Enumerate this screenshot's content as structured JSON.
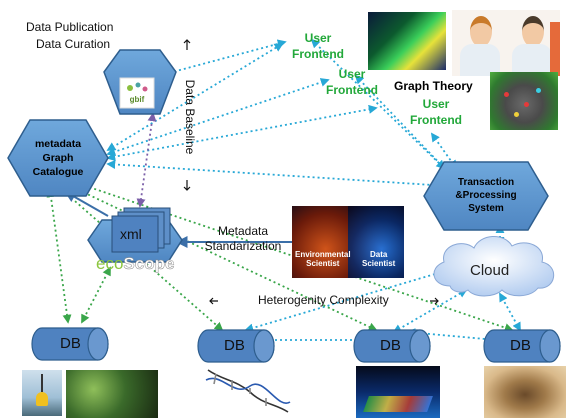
{
  "labels": {
    "data_publication": "Data Publication",
    "data_curation": "Data Curation",
    "data_baseline": "Data Baseline",
    "metadata_catalogue": [
      "metadata",
      "Graph",
      "Catalogue"
    ],
    "gbif": "gbif",
    "xml": "xml",
    "ecoscope_eco": "eco",
    "ecoscope_scope": "Scope",
    "metadata_std": [
      "Metadata",
      "Standarization"
    ],
    "environmental_scientist": [
      "Environmental",
      "Scientist"
    ],
    "data_scientist": [
      "Data",
      "Scientist"
    ],
    "user_frontend": [
      "User",
      "Frontend"
    ],
    "graph_theory": "Graph Theory",
    "transaction": [
      "Transaction",
      "&Processing",
      "System"
    ],
    "cloud": "Cloud",
    "heterogenity": "Heterogenity Complexity",
    "db": "DB"
  },
  "colors": {
    "hex_fill": "#5b9bd5",
    "hex_stroke": "#2e5e8e",
    "cyan_arrow": "#27a8d6",
    "green_arrow": "#3aa64a",
    "purple_arrow": "#7b5fa8",
    "text_green": "#22a83a"
  },
  "icons": [
    "arrow-up-icon",
    "arrow-down-icon",
    "arrow-left-icon",
    "arrow-right-icon",
    "dna-icon",
    "cloud-icon",
    "database-icon"
  ]
}
